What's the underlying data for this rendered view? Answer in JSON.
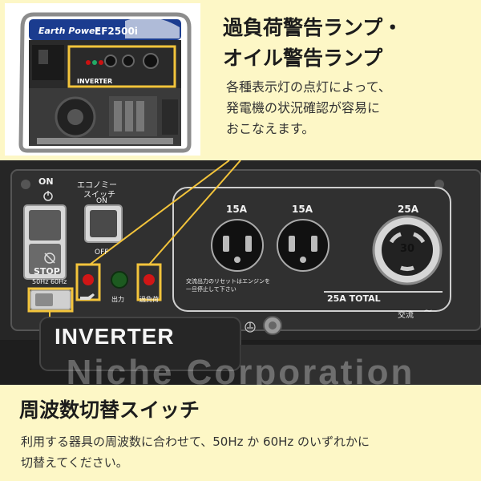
{
  "header": {
    "title_line1": "過負荷警告ランプ・",
    "title_line2": "オイル警告ランプ",
    "description": [
      "各種表示灯の点灯によって、",
      "発電機の状況確認が容易に",
      "おこなえます。"
    ]
  },
  "photo": {
    "brand": "Earth Power",
    "model": "EF2500i",
    "inverter": "INVERTER"
  },
  "panel": {
    "on_label": "ON",
    "stop_label": "STOP",
    "eco_label_line1": "エコノミー",
    "eco_label_line2": "スイッチ",
    "eco_on": "ON",
    "eco_off": "OFF",
    "freq_label": "50Hz  60Hz",
    "output_label": "出力",
    "overload_label": "過負荷",
    "outlets": [
      "15A",
      "15A",
      "25A"
    ],
    "twistlock_number": "30",
    "reset_note_line1": "交流出力のリセットはエンジンを",
    "reset_note_line2": "一旦停止して下さい",
    "total_label": "25A TOTAL",
    "ac_label": "交流",
    "inverter": "INVERTER",
    "watermark": "Niche Corporation"
  },
  "footer": {
    "title": "周波数切替スイッチ",
    "description": [
      "利用する器具の周波数に合わせて、50Hz か 60Hz のいずれかに",
      "切替えてください。"
    ]
  },
  "colors": {
    "background_cream": "#fdf7c6",
    "highlight_yellow": "#f3c43b",
    "panel_dark": "#2c2c2c",
    "led_red": "#d11616",
    "led_green": "#1d5a20"
  }
}
